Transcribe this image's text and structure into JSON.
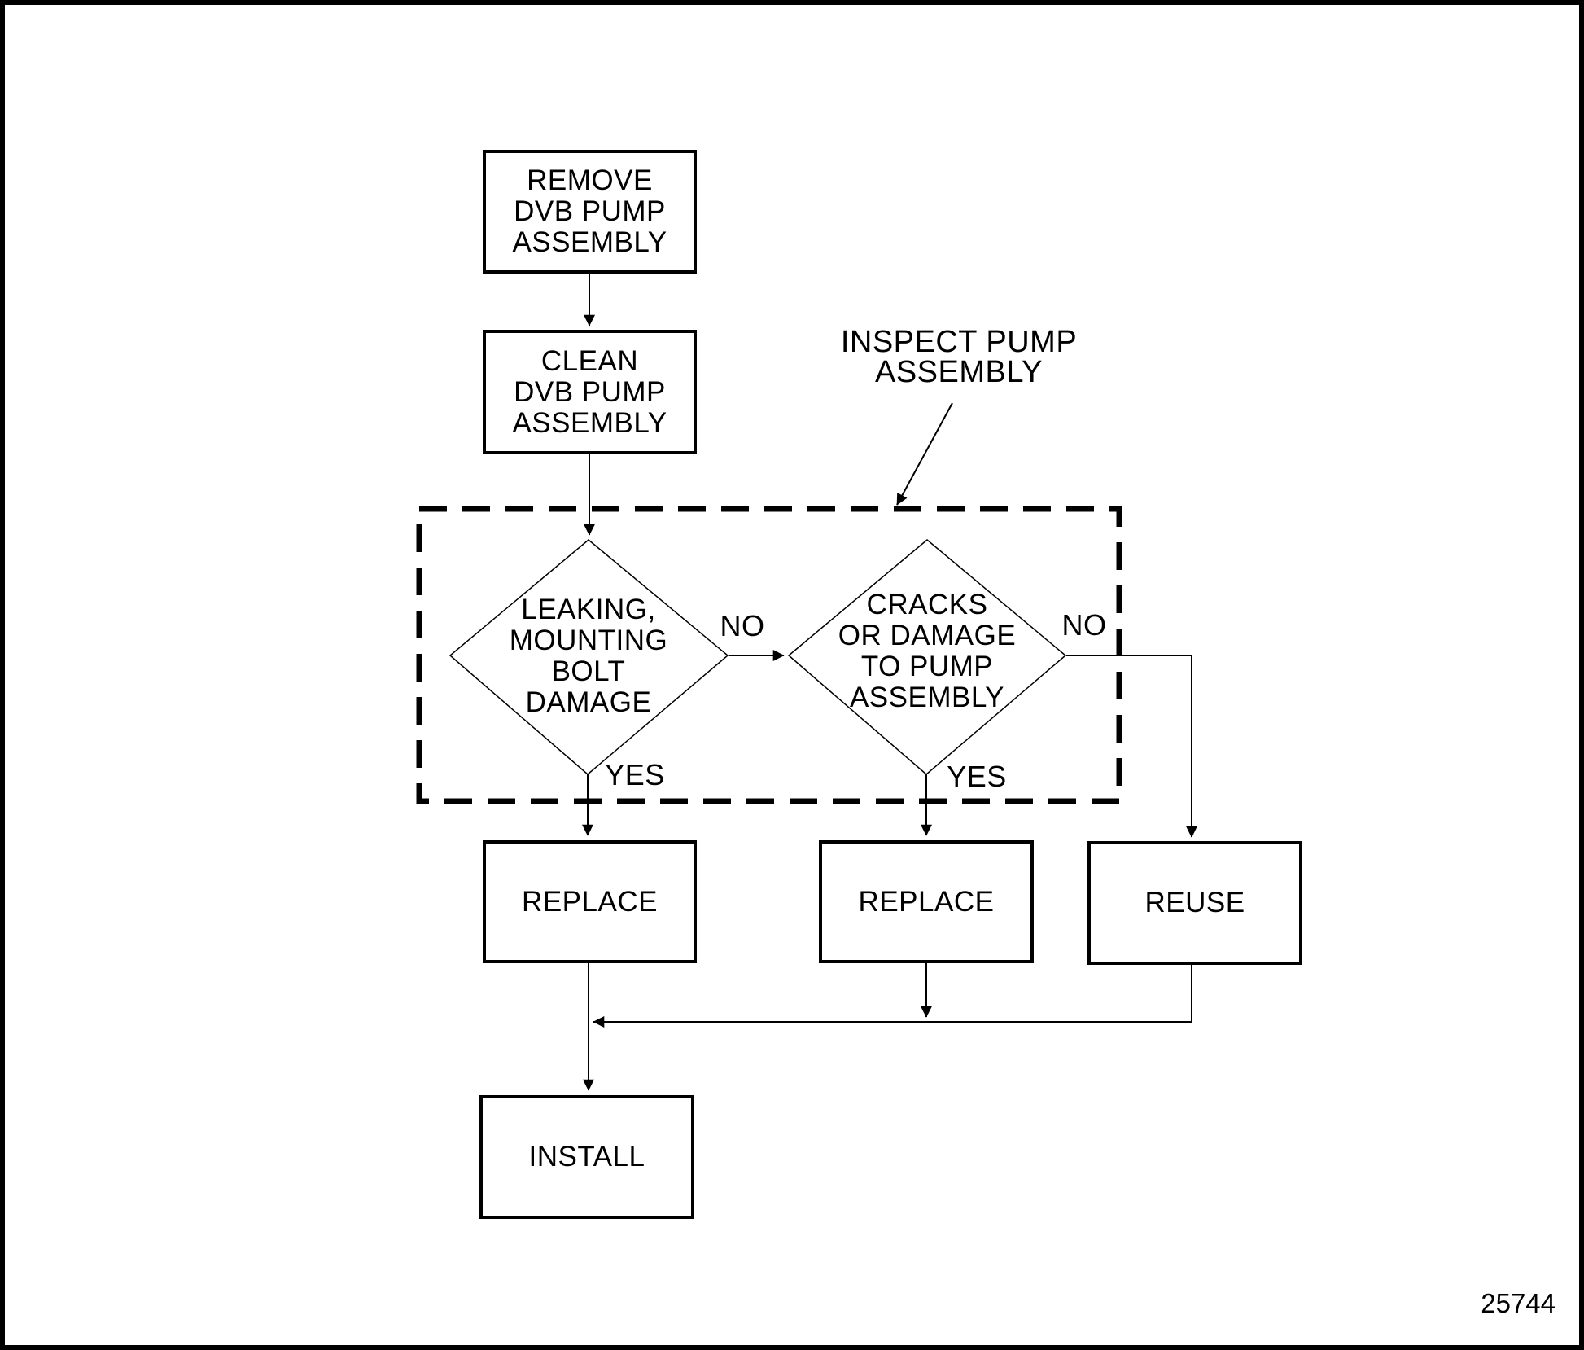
{
  "figure_number": "25744",
  "colors": {
    "ink": "#000000",
    "background": "#ffffff"
  },
  "nodes": {
    "remove": {
      "label": "REMOVE\nDVB PUMP\nASSEMBLY"
    },
    "clean": {
      "label": "CLEAN\nDVB PUMP\nASSEMBLY"
    },
    "leaking": {
      "label": "LEAKING,\nMOUNTING\nBOLT\nDAMAGE"
    },
    "cracks": {
      "label": "CRACKS\nOR DAMAGE\nTO PUMP\nASSEMBLY"
    },
    "replace1": {
      "label": "REPLACE"
    },
    "replace2": {
      "label": "REPLACE"
    },
    "reuse": {
      "label": "REUSE"
    },
    "install": {
      "label": "INSTALL"
    }
  },
  "annotations": {
    "inspect": {
      "label": "INSPECT PUMP\nASSEMBLY"
    }
  },
  "edge_labels": {
    "no1": "NO",
    "no2": "NO",
    "yes1": "YES",
    "yes2": "YES"
  }
}
